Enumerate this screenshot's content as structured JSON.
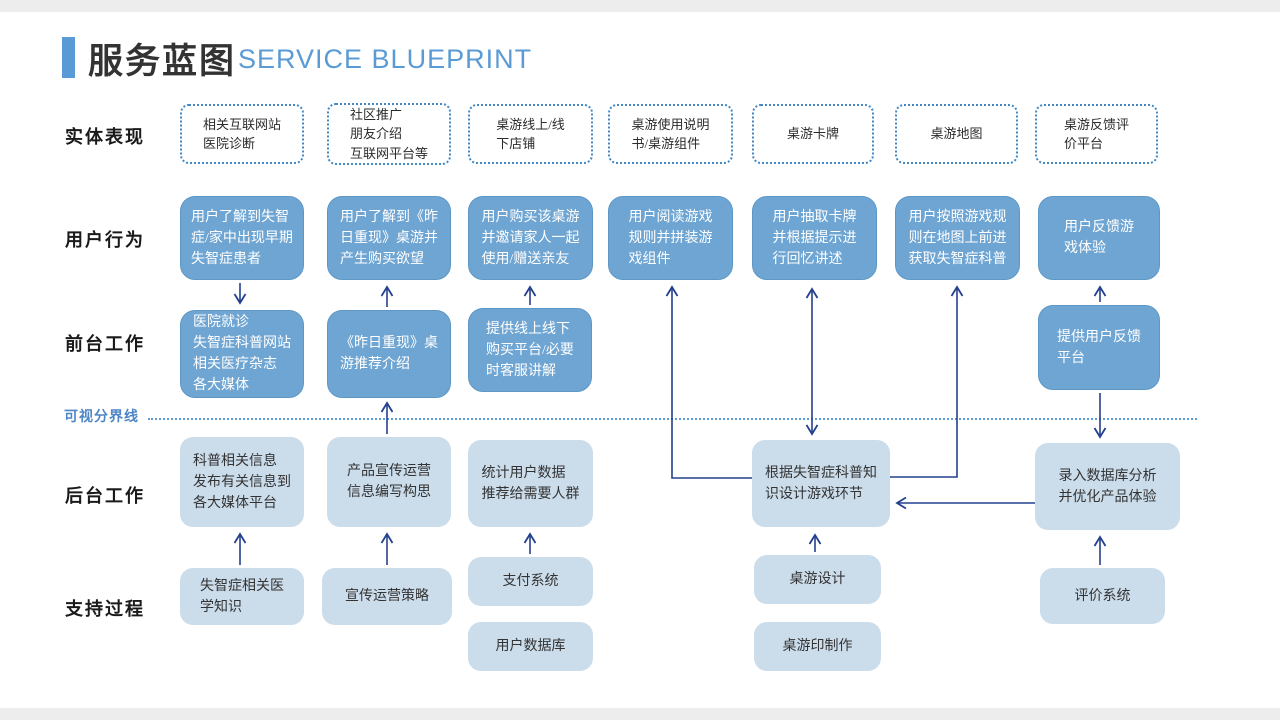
{
  "title": {
    "zh": "服务蓝图",
    "en": "SERVICE BLUEPRINT"
  },
  "row_labels": {
    "evidence": "实体表现",
    "actions": "用户行为",
    "frontstage": "前台工作",
    "visibility": "可视分界线",
    "backstage": "后台工作",
    "support": "支持过程"
  },
  "evidence": [
    "相关互联网站\n医院诊断",
    "社区推广\n朋友介绍\n互联网平台等",
    "桌游线上/线\n下店铺",
    "桌游使用说明\n书/桌游组件",
    "桌游卡牌",
    "桌游地图",
    "桌游反馈评\n价平台"
  ],
  "actions": [
    "用户了解到失智\n症/家中出现早期\n失智症患者",
    "用户了解到《昨\n日重现》桌游并\n产生购买欲望",
    "用户购买该桌游\n并邀请家人一起\n使用/赠送亲友",
    "用户阅读游戏\n规则并拼装游\n戏组件",
    "用户抽取卡牌\n并根据提示进\n行回忆讲述",
    "用户按照游戏规\n则在地图上前进\n获取失智症科普",
    "用户反馈游\n戏体验"
  ],
  "frontstage": [
    "医院就诊\n失智症科普网站\n相关医疗杂志\n各大媒体",
    "《昨日重现》桌\n游推荐介绍",
    "提供线上线下\n购买平台/必要\n时客服讲解",
    "提供用户反馈\n平台"
  ],
  "backstage": [
    "科普相关信息\n发布有关信息到\n各大媒体平台",
    "产品宣传运营\n信息编写构思",
    "统计用户数据\n推荐给需要人群",
    "根据失智症科普知\n识设计游戏环节",
    "录入数据库分析\n并优化产品体验"
  ],
  "support": [
    "失智症相关医\n学知识",
    "宣传运营策略",
    "支付系统",
    "用户数据库",
    "桌游设计",
    "桌游印制作",
    "评价系统"
  ],
  "colors": {
    "accent": "#5B9BD5",
    "action_box_fill": "#6FA5D2",
    "light_box_fill": "#CBDCEB",
    "dashed_border": "#4288C5",
    "arrow": "#24418E"
  }
}
